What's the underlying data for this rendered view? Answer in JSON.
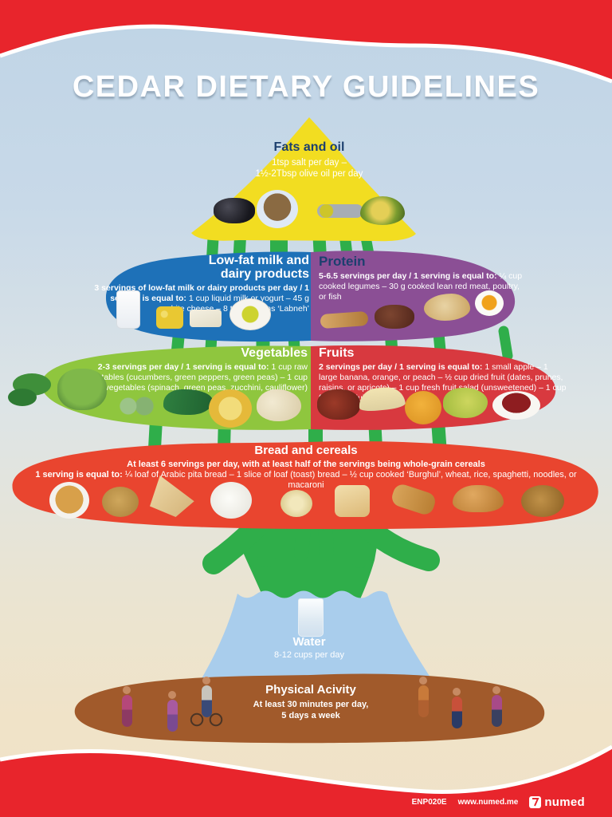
{
  "title": "CEDAR DIETARY GUIDELINES",
  "sections": {
    "fats": {
      "title": "Fats and oil",
      "body": "1tsp salt per day –\n1½-2Tbsp olive oil per day",
      "items": [
        "black-olives",
        "mixed-nuts-bowl",
        "olive-oil-spoon",
        "avocado-half"
      ]
    },
    "dairy": {
      "title": "Low-fat milk and\ndairy products",
      "body_bold": "3 servings of low-fat milk or dairy products per day / 1 serving is equal to:",
      "body_rest": " 1 cup liquid milk or yogurt – 45 g white cheese – 8 tablespoons ‘Labneh’",
      "items": [
        "glass-of-milk",
        "yellow-cheese-cube",
        "white-cheese-slice",
        "labneh-plate"
      ]
    },
    "protein": {
      "title": "Protein",
      "body_bold": "5-6.5 servings per day / 1 serving is equal to:",
      "body_rest": " ¼ cup cooked legumes – 30 g cooked lean red meat, poultry, or fish",
      "items": [
        "chicken-skewer",
        "grilled-red-meat",
        "cooked-fish",
        "boiled-egg"
      ]
    },
    "vegetables": {
      "title": "Vegetables",
      "body_bold": "2-3 servings per day / 1 serving is equal to:",
      "body_rest": " 1 cup raw vegetables (cucumbers, green peppers, green peas) – 1 cup cooked vegetables (spinach, green peas, zucchini, cauliflower)",
      "items": [
        "green-peas-basket",
        "pea-pods",
        "green-beans",
        "vegetable-slice",
        "cauliflower"
      ]
    },
    "fruits": {
      "title": "Fruits",
      "body_bold": "2 servings per day / 1 serving is equal to:",
      "body_rest": " 1 small apple – 1 large banana, orange, or peach – ½ cup dried fruit (dates, prunes, raisins, or apricots) – 1 cup fresh fruit salad (unsweetened) – 1 cup fresh fruit juice",
      "items": [
        "dates",
        "banana",
        "orange",
        "pear",
        "berry-bowl"
      ]
    },
    "bread": {
      "title": "Bread and cereals",
      "line1": "At least 6 servings per day, with at least half of the servings being whole-grain cereals",
      "line2_bold": "1 serving is equal to:",
      "line2_rest": " ¼ loaf of Arabic pita bread – 1 slice of loaf (toast) bread – ½ cup cooked ‘Burghul’, wheat, rice, spaghetti, noodles, or macaroni",
      "items": [
        "burghul-bowl",
        "wheat-grains",
        "pita-wedge",
        "cooked-rice",
        "noodle-nest",
        "toast-slice",
        "breadsticks",
        "bread-loaf",
        "whole-wheat-pita"
      ]
    },
    "water": {
      "title": "Water",
      "body": "8-12 cups per day",
      "items": [
        "glass-of-water"
      ]
    },
    "activity": {
      "title": "Physical Acivity",
      "body": "At least 30 minutes per day,\n5 days a week",
      "items": [
        "volleyball-player",
        "runner",
        "cyclist",
        "tennis-player",
        "weightlifter",
        "stretching-athlete"
      ]
    }
  },
  "footer": {
    "code": "ENP020E",
    "website": "www.numed.me",
    "brand": "numed"
  },
  "colors": {
    "band_red": "#e8252c",
    "fats_yellow": "#f2dd21",
    "dairy_blue": "#1e71b8",
    "protein_purple": "#8b4f95",
    "vegetables_green": "#8fc63e",
    "fruits_red": "#d8393f",
    "bread_orange_red": "#e9452f",
    "tree_green": "#2fae4a",
    "water_blue": "#a9cdec",
    "ground_brown": "#a15a2b",
    "heading_navy": "#1c3f6e"
  }
}
